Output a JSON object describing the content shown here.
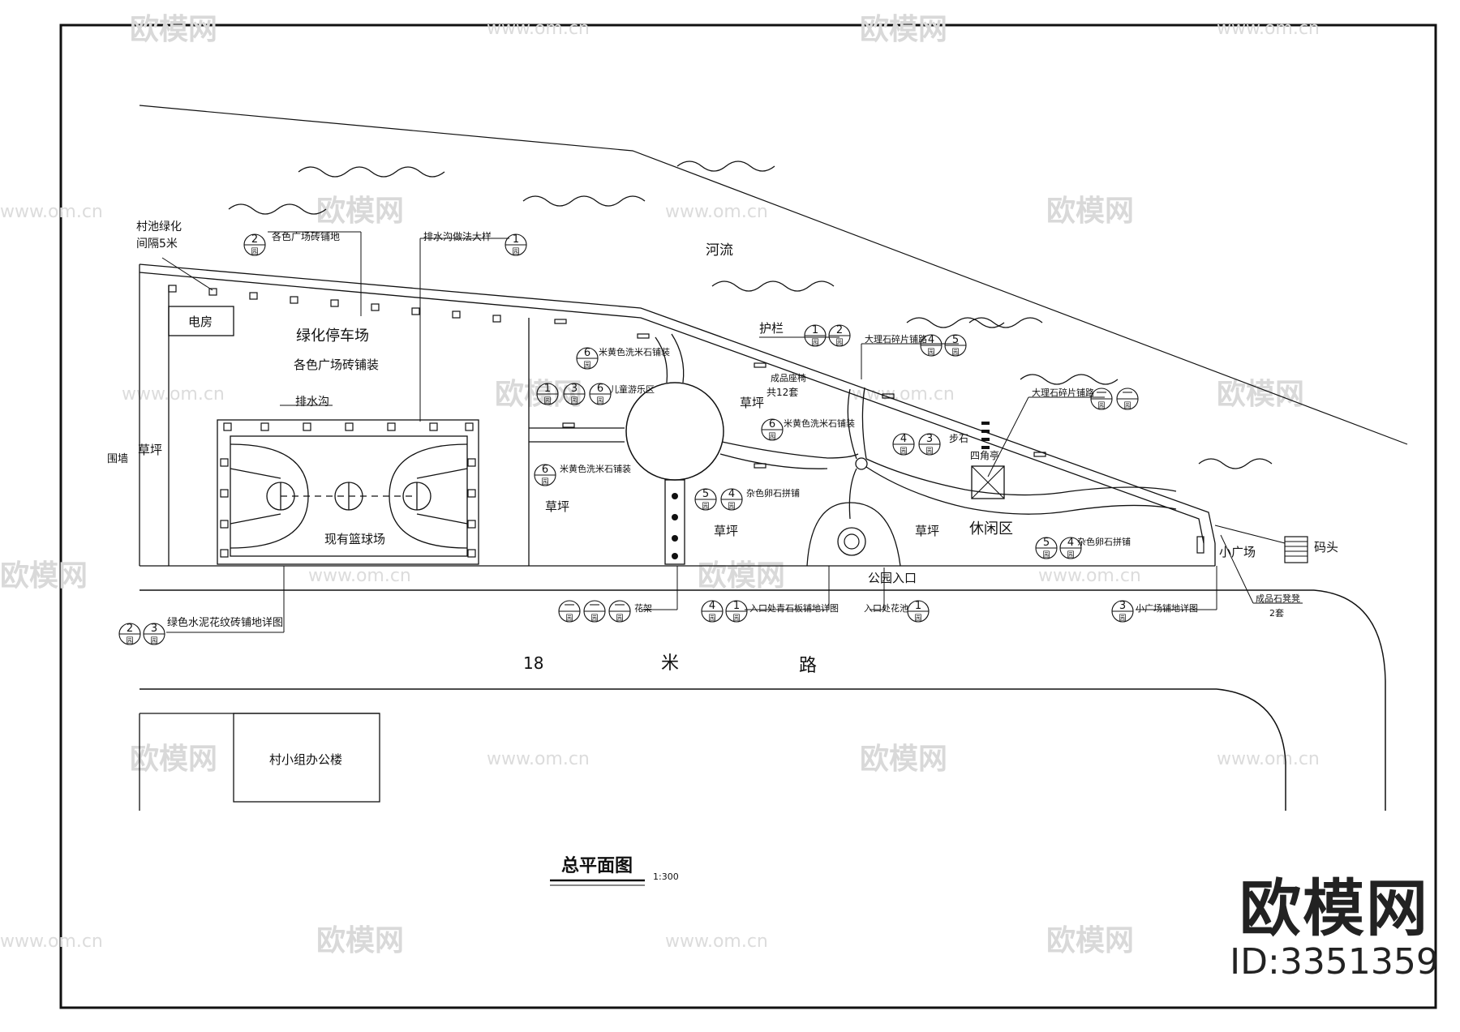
{
  "watermark": {
    "logo_text": "欧模网",
    "url_text": "www.om.cn"
  },
  "brand": {
    "name": "欧模网",
    "id_text": "ID:3351359"
  },
  "title": {
    "main": "总平面图",
    "scale": "1:300"
  },
  "labels": {
    "river": "河流",
    "power_room": "电房",
    "parking": "绿化停车场",
    "parking_paving": "各色广场砖铺装",
    "drain": "排水沟",
    "court": "现有篮球场",
    "wall": "围墙",
    "lawn": "草坪",
    "leisure": "休闲区",
    "park_entrance": "公园入口",
    "small_plaza": "小广场",
    "dock": "码头",
    "pavilion": "四角亭",
    "stepping": "步石",
    "road_18": "18",
    "road_mi": "米",
    "road_lu": "路",
    "office": "村小组办公楼",
    "village_green_1": "村池绿化",
    "village_green_2": "间隔5米",
    "note_plaza_paving": "各色广场砖铺地",
    "note_drain_detail": "排水沟做法大样",
    "note_railing": "护栏",
    "note_big_stone_1": "大理石碎片铺路",
    "note_big_stone_2": "大理石碎片铺路",
    "note_stool": "成品座椅",
    "note_stool_count": "共12套",
    "note_washed_stone_1": "米黄色洗米石铺装",
    "note_washed_stone_2": "米黄色洗米石铺装",
    "note_washed_stone_3": "米黄色洗米石铺装",
    "note_kids": "儿童游乐区",
    "note_colored_stone_1": "杂色卵石拼铺",
    "note_colored_stone_2": "杂色卵石拼铺",
    "note_green_cement": "绿色水泥花纹砖铺地详图",
    "note_flower_rack": "花架",
    "note_entrance_paving": "入口处青石板铺地详图",
    "note_entrance_bed": "入口处花池",
    "note_small_plaza_paving": "小广场铺地详图",
    "note_finished_bench": "成品石凳凳",
    "note_two_sets": "2套"
  },
  "callouts": {
    "c_top_a": {
      "top": "2",
      "bottom": "园"
    },
    "c_top_b": {
      "top": "1",
      "bottom": "园"
    },
    "c_rail_a": {
      "top": "1",
      "bottom": "园"
    },
    "c_rail_b": {
      "top": "2",
      "bottom": "园"
    },
    "c_bs_a": {
      "top": "4",
      "bottom": "园"
    },
    "c_bs_b": {
      "top": "5",
      "bottom": "园"
    },
    "c_bs2_a": {
      "top": "一",
      "bottom": "园"
    },
    "c_bs2_b": {
      "top": "一",
      "bottom": "园"
    },
    "c_mid_a": {
      "top": "1",
      "bottom": "园"
    },
    "c_mid_b": {
      "top": "3",
      "bottom": "园"
    },
    "c_mid_c": {
      "top": "6",
      "bottom": "园"
    },
    "c_ws1": {
      "top": "6",
      "bottom": "园"
    },
    "c_ws2": {
      "top": "6",
      "bottom": "园"
    },
    "c_ws3": {
      "top": "6",
      "bottom": "园"
    },
    "c_cs1_a": {
      "top": "5",
      "bottom": "园"
    },
    "c_cs1_b": {
      "top": "4",
      "bottom": "园"
    },
    "c_step_a": {
      "top": "4",
      "bottom": "园"
    },
    "c_step_b": {
      "top": "3",
      "bottom": "园"
    },
    "c_cs2_a": {
      "top": "5",
      "bottom": "园"
    },
    "c_cs2_b": {
      "top": "4",
      "bottom": "园"
    },
    "c_gc_a": {
      "top": "2",
      "bottom": "园"
    },
    "c_gc_b": {
      "top": "3",
      "bottom": "园"
    },
    "c_fr_a": {
      "top": "一",
      "bottom": "园"
    },
    "c_fr_b": {
      "top": "一",
      "bottom": "园"
    },
    "c_fr_c": {
      "top": "一",
      "bottom": "园"
    },
    "c_ep_a": {
      "top": "4",
      "bottom": "园"
    },
    "c_ep_b": {
      "top": "1",
      "bottom": "园"
    },
    "c_eb": {
      "top": "1",
      "bottom": "园"
    },
    "c_sp": {
      "top": "3",
      "bottom": "园"
    }
  }
}
